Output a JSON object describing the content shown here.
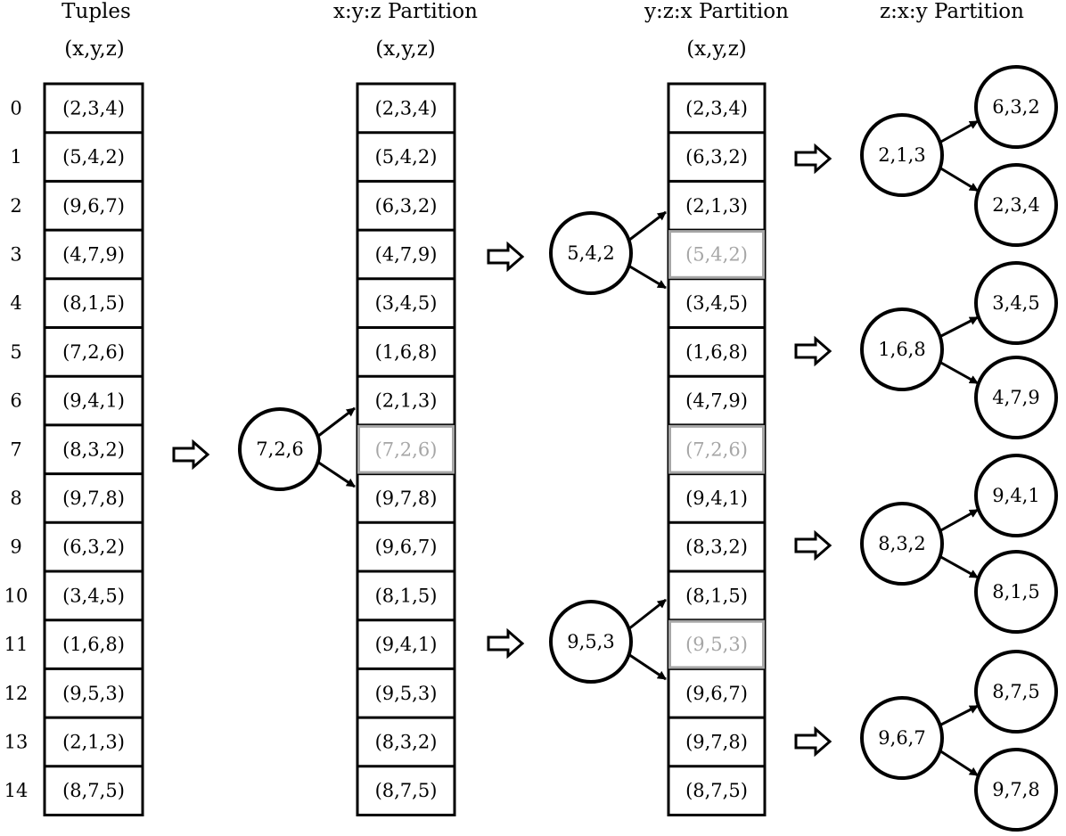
{
  "headers": {
    "tuples": {
      "title": "Tuples",
      "sub": "(x,y,z)"
    },
    "xyz": {
      "title": "x:y:z Partition",
      "sub": "(x,y,z)"
    },
    "yzx": {
      "title": "y:z:x Partition",
      "sub": "(x,y,z)"
    },
    "zxy": {
      "title": "z:x:y Partition"
    }
  },
  "indices": [
    "0",
    "1",
    "2",
    "3",
    "4",
    "5",
    "6",
    "7",
    "8",
    "9",
    "10",
    "11",
    "12",
    "13",
    "14"
  ],
  "columns": {
    "tuples": [
      "(2,3,4)",
      "(5,4,2)",
      "(9,6,7)",
      "(4,7,9)",
      "(8,1,5)",
      "(7,2,6)",
      "(9,4,1)",
      "(8,3,2)",
      "(9,7,8)",
      "(6,3,2)",
      "(3,4,5)",
      "(1,6,8)",
      "(9,5,3)",
      "(2,1,3)",
      "(8,7,5)"
    ],
    "xyz": [
      "(2,3,4)",
      "(5,4,2)",
      "(6,3,2)",
      "(4,7,9)",
      "(3,4,5)",
      "(1,6,8)",
      "(2,1,3)",
      "(7,2,6)",
      "(9,7,8)",
      "(9,6,7)",
      "(8,1,5)",
      "(9,4,1)",
      "(9,5,3)",
      "(8,3,2)",
      "(8,7,5)"
    ],
    "yzx": [
      "(2,3,4)",
      "(6,3,2)",
      "(2,1,3)",
      "(5,4,2)",
      "(3,4,5)",
      "(1,6,8)",
      "(4,7,9)",
      "(7,2,6)",
      "(9,4,1)",
      "(8,3,2)",
      "(8,1,5)",
      "(9,5,3)",
      "(9,6,7)",
      "(9,7,8)",
      "(8,7,5)"
    ]
  },
  "muted": {
    "xyz": [
      7
    ],
    "yzx": [
      3,
      7,
      11
    ]
  },
  "colors": {
    "ink": "#000000",
    "muted": "#a6a6a6"
  },
  "nodes": {
    "xyz_root": "7,2,6",
    "yzx_top": "5,4,2",
    "yzx_bottom": "9,5,3",
    "zxy": [
      {
        "root": "2,1,3",
        "left": "6,3,2",
        "right": "2,3,4"
      },
      {
        "root": "1,6,8",
        "left": "3,4,5",
        "right": "4,7,9"
      },
      {
        "root": "8,3,2",
        "left": "9,4,1",
        "right": "8,1,5"
      },
      {
        "root": "9,6,7",
        "left": "8,7,5",
        "right": "9,7,8"
      }
    ]
  }
}
